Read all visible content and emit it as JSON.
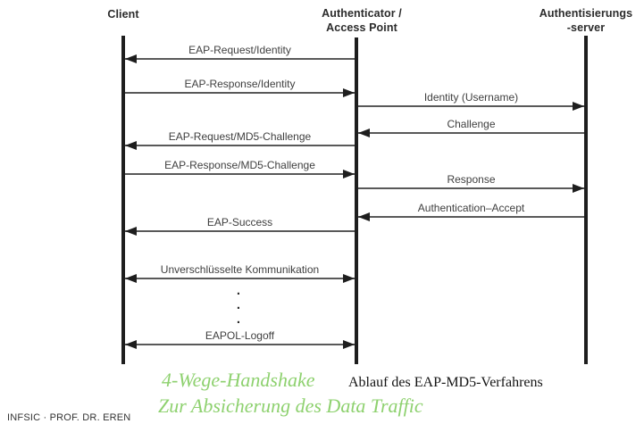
{
  "diagram_title": "Ablauf des EAP-MD5-Verfahrens",
  "colors": {
    "background": "#ffffff",
    "lifeline": "#1e1e1e",
    "arrow_line": "#595959",
    "arrow_head": "#1e1e1e",
    "message_label": "#3f3f3f",
    "actor_label": "#2b2b2b",
    "caption_green": "#8ed16f",
    "caption_black": "#141414"
  },
  "actors": [
    {
      "id": "client",
      "line1": "Client",
      "line2": ""
    },
    {
      "id": "authenticator",
      "line1": "Authenticator /",
      "line2": "Access Point"
    },
    {
      "id": "server",
      "line1": "Authentisierungs",
      "line2": "-server"
    }
  ],
  "messages": [
    {
      "label": "EAP-Request/Identity",
      "from": "authenticator",
      "to": "client",
      "bidirectional": false
    },
    {
      "label": "EAP-Response/Identity",
      "from": "client",
      "to": "authenticator",
      "bidirectional": false
    },
    {
      "label": "Identity (Username)",
      "from": "authenticator",
      "to": "server",
      "bidirectional": false
    },
    {
      "label": "Challenge",
      "from": "server",
      "to": "authenticator",
      "bidirectional": false
    },
    {
      "label": "EAP-Request/MD5-Challenge",
      "from": "authenticator",
      "to": "client",
      "bidirectional": false
    },
    {
      "label": "EAP-Response/MD5-Challenge",
      "from": "client",
      "to": "authenticator",
      "bidirectional": false
    },
    {
      "label": "Response",
      "from": "authenticator",
      "to": "server",
      "bidirectional": false
    },
    {
      "label": "Authentication–Accept",
      "from": "server",
      "to": "authenticator",
      "bidirectional": false
    },
    {
      "label": "EAP-Success",
      "from": "authenticator",
      "to": "client",
      "bidirectional": false
    },
    {
      "label": "Unverschlüsselte Kommunikation",
      "from": "client",
      "to": "authenticator",
      "bidirectional": true
    },
    {
      "label": "EAPOL-Logoff",
      "from": "client",
      "to": "authenticator",
      "bidirectional": true
    }
  ],
  "ellipsis_dot": ".",
  "captions": {
    "handshake_line1": "4-Wege-Handshake",
    "handshake_line2": "Zur Absicherung des Data Traffic",
    "diagram_caption": "Ablauf des EAP-MD5-Verfahrens"
  },
  "footer": {
    "credit": "INFSIC · PROF. DR. EREN"
  }
}
